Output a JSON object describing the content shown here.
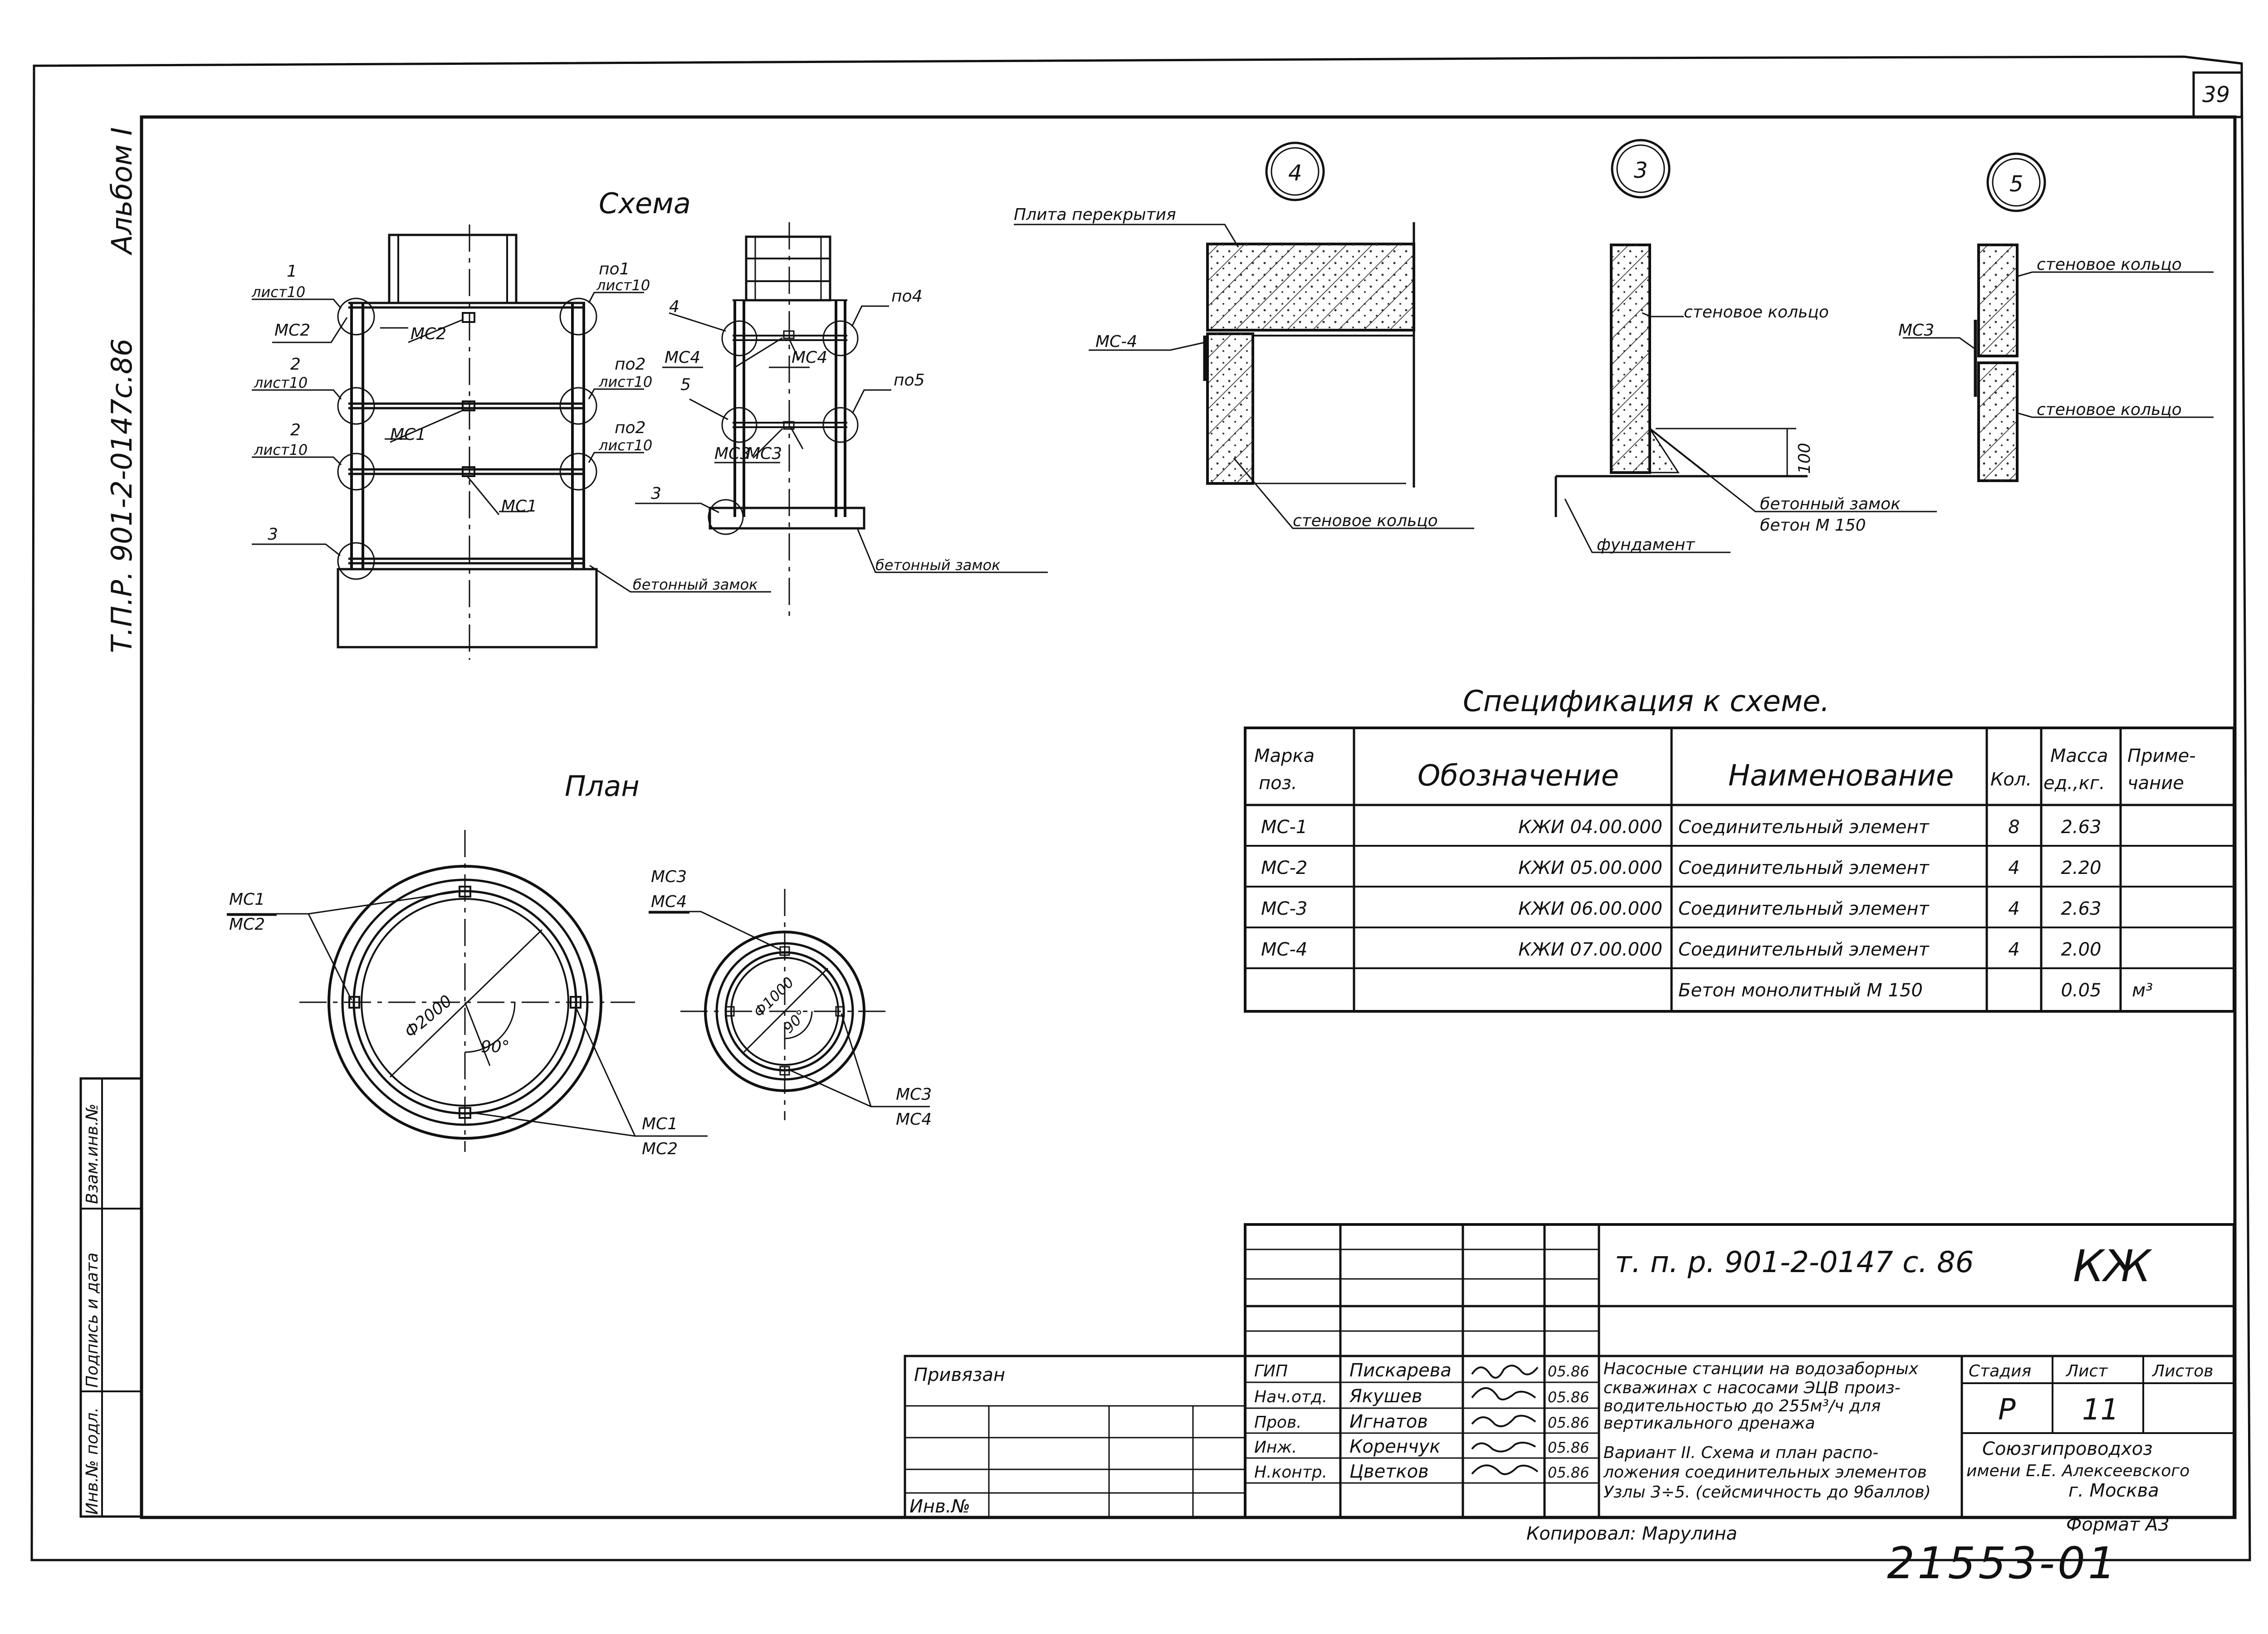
{
  "sheet_number": "39",
  "side_album": "Альбом I",
  "side_code": "Т.П.Р. 901-2-0147с.86",
  "side_stamp": [
    "Инв.№ подл.",
    "Подпись и дата",
    "Взам.инв.№"
  ],
  "schema": {
    "title": "Схема",
    "left_labels": {
      "n1": "1",
      "n1s": "лист10",
      "n2": "2",
      "n2s": "лист10",
      "n3": "2",
      "n3s": "лист10",
      "n4": "3",
      "ms2": "МС2",
      "ms2b": "МС2",
      "ms1a": "МС1",
      "ms1b": "МС1",
      "p1": "по1",
      "p1s": "лист10",
      "p2": "по2",
      "p2s": "лист10",
      "p3": "по2",
      "p3s": "лист10",
      "beton": "бетонный замок"
    },
    "right_labels": {
      "n4": "4",
      "n5": "5",
      "ms4a": "МС4",
      "ms4b": "МС4",
      "ms3a": "МС3",
      "ms3b": "МС3",
      "p4": "по4",
      "p5": "по5",
      "n3": "3",
      "beton": "бетонный замок"
    }
  },
  "plan": {
    "title": "План",
    "big": {
      "ms1": "МС1",
      "ms2": "МС2",
      "ms1b": "МС1",
      "ms2b": "МС2",
      "dia": "Ф2000",
      "angle": "90°"
    },
    "small": {
      "ms3": "МС3",
      "ms4": "МС4",
      "ms3b": "МС3",
      "ms4b": "МС4",
      "dia": "Ф1000",
      "angle": "90°"
    }
  },
  "nodes": {
    "n4": {
      "num": "4",
      "plate": "Плита перекрытия",
      "mc": "МС-4",
      "ring": "стеновое кольцо"
    },
    "n3": {
      "num": "3",
      "ring": "стеновое кольцо",
      "found": "фундамент",
      "lock1": "бетонный замок",
      "lock2": "бетон М 150",
      "dim": "100"
    },
    "n5": {
      "num": "5",
      "ring1": "стеновое кольцо",
      "mc": "МС3",
      "ring2": "стеновое кольцо"
    }
  },
  "spec": {
    "title": "Спецификация к схеме.",
    "headers": [
      "Марка поз.",
      "Обозначение",
      "Наименование",
      "Кол.",
      "Масса ед.,кг.",
      "Приме- чание"
    ],
    "rows": [
      [
        "МС-1",
        "КЖИ 04.00.000",
        "Соединительный элемент",
        "8",
        "2.63",
        ""
      ],
      [
        "МС-2",
        "КЖИ 05.00.000",
        "Соединительный элемент",
        "4",
        "2.20",
        ""
      ],
      [
        "МС-3",
        "КЖИ 06.00.000",
        "Соединительный элемент",
        "4",
        "2.63",
        ""
      ],
      [
        "МС-4",
        "КЖИ 07.00.000",
        "Соединительный элемент",
        "4",
        "2.00",
        ""
      ],
      [
        "",
        "",
        "Бетон монолитный М 150",
        "",
        "0.05",
        "м³"
      ]
    ]
  },
  "titleblock": {
    "code": "т. п. р. 901-2-0147 с. 86",
    "mark": "КЖ",
    "privyazan": "Привязан",
    "inv": "Инв.№",
    "roles": [
      "ГИП",
      "Нач.отд.",
      "Пров.",
      "Инж.",
      "Н.контр."
    ],
    "names": [
      "Пискарева",
      "Якушев",
      "Игнатов",
      "Коренчук",
      "Цветков"
    ],
    "dates": [
      "05.86",
      "05.86",
      "05.86",
      "05.86",
      "05.86"
    ],
    "desc1": [
      "Насосные станции на водозаборных",
      "скважинах с насосами ЭЦВ произ-",
      "водительностью до 255м³/ч для",
      "вертикального дренажа"
    ],
    "desc2": [
      "Вариант II. Схема и план распо-",
      "ложения соединительных элементов",
      "Узлы 3÷5. (сейсмичность до 9баллов)"
    ],
    "stage_h": "Стадия",
    "sheet_h": "Лист",
    "sheets_h": "Листов",
    "stage": "Р",
    "sheet": "11",
    "org": [
      "Союзгипроводхоз",
      "имени Е.Е. Алексеевского",
      "г. Москва"
    ],
    "copied": "Копировал: Марулина",
    "format": "Формат А3",
    "number": "21553-01"
  }
}
